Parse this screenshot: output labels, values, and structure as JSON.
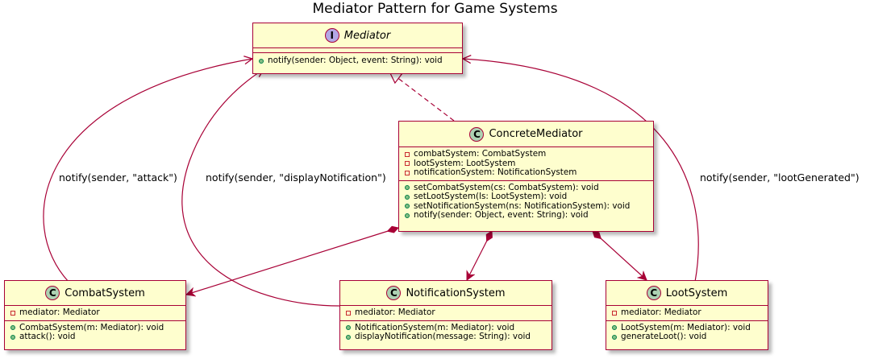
{
  "diagram": {
    "title": "Mediator Pattern for Game Systems",
    "colors": {
      "border": "#a80036",
      "fill": "#fefece",
      "class_badge": "#add1b2",
      "interface_badge": "#b4a7e5"
    },
    "classes": {
      "mediator": {
        "name": "Mediator",
        "badge": "I",
        "methods": [
          "notify(sender: Object, event: String): void"
        ]
      },
      "concrete": {
        "name": "ConcreteMediator",
        "badge": "C",
        "fields": [
          "combatSystem: CombatSystem",
          "lootSystem: LootSystem",
          "notificationSystem: NotificationSystem"
        ],
        "methods": [
          "setCombatSystem(cs: CombatSystem): void",
          "setLootSystem(ls: LootSystem): void",
          "setNotificationSystem(ns: NotificationSystem): void",
          "notify(sender: Object, event: String): void"
        ]
      },
      "combat": {
        "name": "CombatSystem",
        "badge": "C",
        "fields": [
          "mediator: Mediator"
        ],
        "methods": [
          "CombatSystem(m: Mediator): void",
          "attack(): void"
        ]
      },
      "notification": {
        "name": "NotificationSystem",
        "badge": "C",
        "fields": [
          "mediator: Mediator"
        ],
        "methods": [
          "NotificationSystem(m: Mediator): void",
          "displayNotification(message: String): void"
        ]
      },
      "loot": {
        "name": "LootSystem",
        "badge": "C",
        "fields": [
          "mediator: Mediator"
        ],
        "methods": [
          "LootSystem(m: Mediator): void",
          "generateLoot(): void"
        ]
      }
    },
    "edge_labels": {
      "combat": "notify(sender, \"attack\")",
      "notification": "notify(sender, \"displayNotification\")",
      "loot": "notify(sender, \"lootGenerated\")"
    }
  }
}
